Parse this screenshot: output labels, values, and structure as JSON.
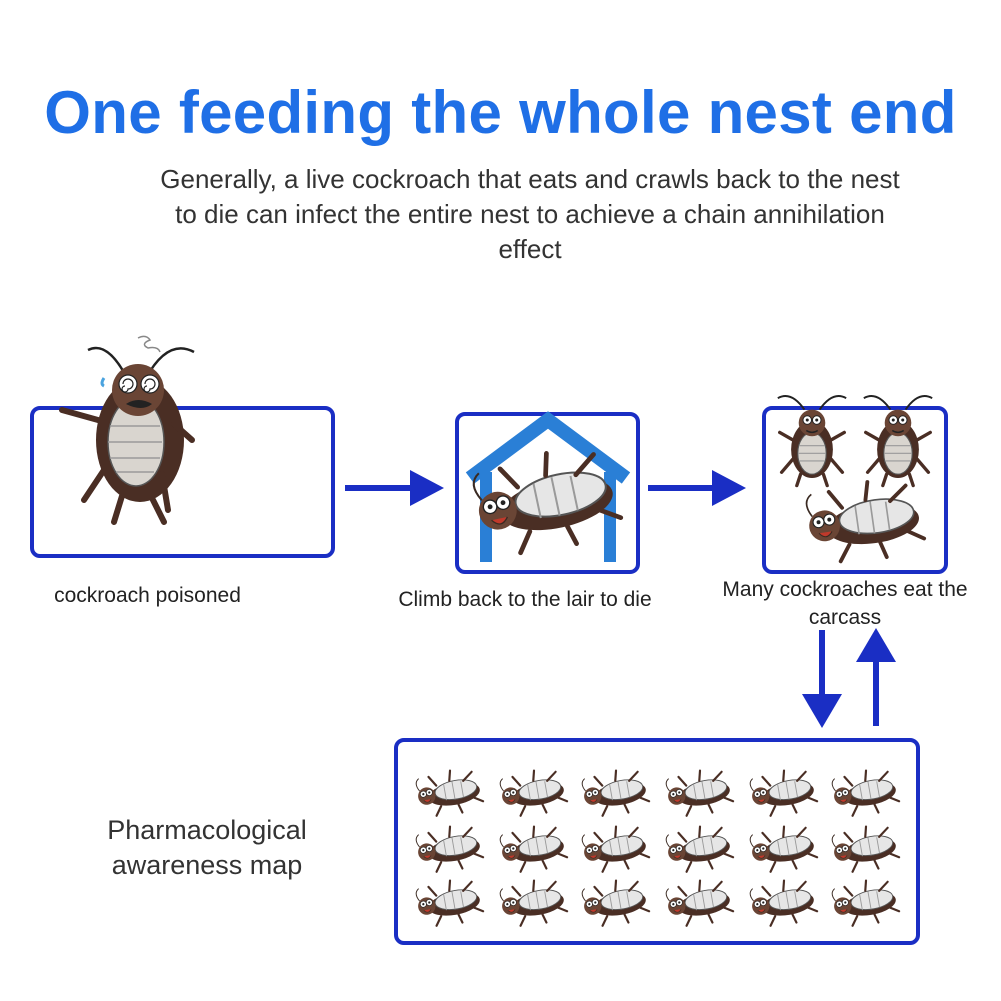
{
  "title": "One feeding the whole nest end",
  "subtitle": "Generally, a live cockroach that eats and crawls back to the nest to die can infect the entire nest to achieve a chain annihilation effect",
  "steps": [
    {
      "label": "cockroach poisoned"
    },
    {
      "label": "Climb back to the lair to die"
    },
    {
      "label": "Many cockroaches eat the carcass"
    }
  ],
  "map_label": "Pharmacological awareness map",
  "colors": {
    "title": "#1f6fe6",
    "box_border": "#1a2ec4",
    "arrow": "#1a2ec4",
    "house": "#2a7fd6",
    "roach_body": "#5a3a2e",
    "roach_belly": "#e6e6e6"
  }
}
